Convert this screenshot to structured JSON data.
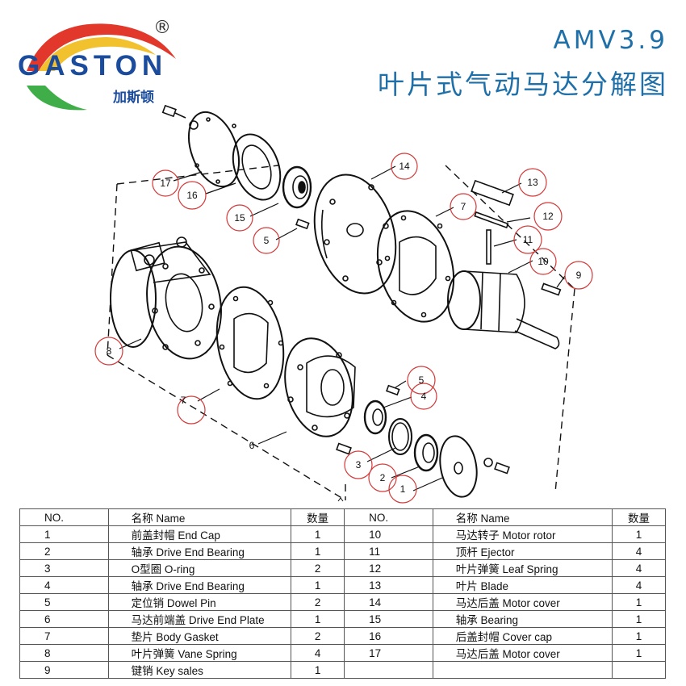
{
  "brand": {
    "name": "GASTON",
    "name_cn": "加斯顿",
    "registered_mark": "®",
    "colors": {
      "blue": "#1a4b9c",
      "green": "#3fae49",
      "yellow": "#f2c12e",
      "red": "#e2382b"
    }
  },
  "header": {
    "model": "AMV3.9",
    "title_cn": "叶片式气动马达分解图"
  },
  "callouts": [
    "1",
    "2",
    "3",
    "4",
    "5",
    "5",
    "6",
    "7",
    "7",
    "8",
    "9",
    "10",
    "11",
    "12",
    "13",
    "14",
    "15",
    "16",
    "17"
  ],
  "table": {
    "headers": [
      "NO.",
      "名称 Name",
      "数量",
      "NO.",
      "名称 Name",
      "数量"
    ],
    "rows": [
      [
        "1",
        "前盖封帽 End Cap",
        "1",
        "10",
        "马达转子  Motor rotor",
        "1"
      ],
      [
        "2",
        "轴承 Drive End Bearing",
        "1",
        "11",
        "顶杆  Ejector",
        "4"
      ],
      [
        "3",
        "O型圈 O-ring",
        "2",
        "12",
        "叶片弹簧  Leaf Spring",
        "4"
      ],
      [
        "4",
        "轴承 Drive End Bearing",
        "1",
        "13",
        "叶片  Blade",
        "4"
      ],
      [
        "5",
        "定位销 Dowel Pin",
        "2",
        "14",
        "马达后盖  Motor cover",
        "1"
      ],
      [
        "6",
        "马达前端盖 Drive End Plate",
        "1",
        "15",
        "轴承  Bearing",
        "1"
      ],
      [
        "7",
        "垫片 Body Gasket",
        "2",
        "16",
        "后盖封帽  Cover cap",
        "1"
      ],
      [
        "8",
        "叶片弹簧 Vane Spring",
        "4",
        "17",
        "马达后盖  Motor cover",
        "1"
      ],
      [
        "9",
        "键销 Key sales",
        "1",
        "",
        "",
        ""
      ]
    ]
  }
}
